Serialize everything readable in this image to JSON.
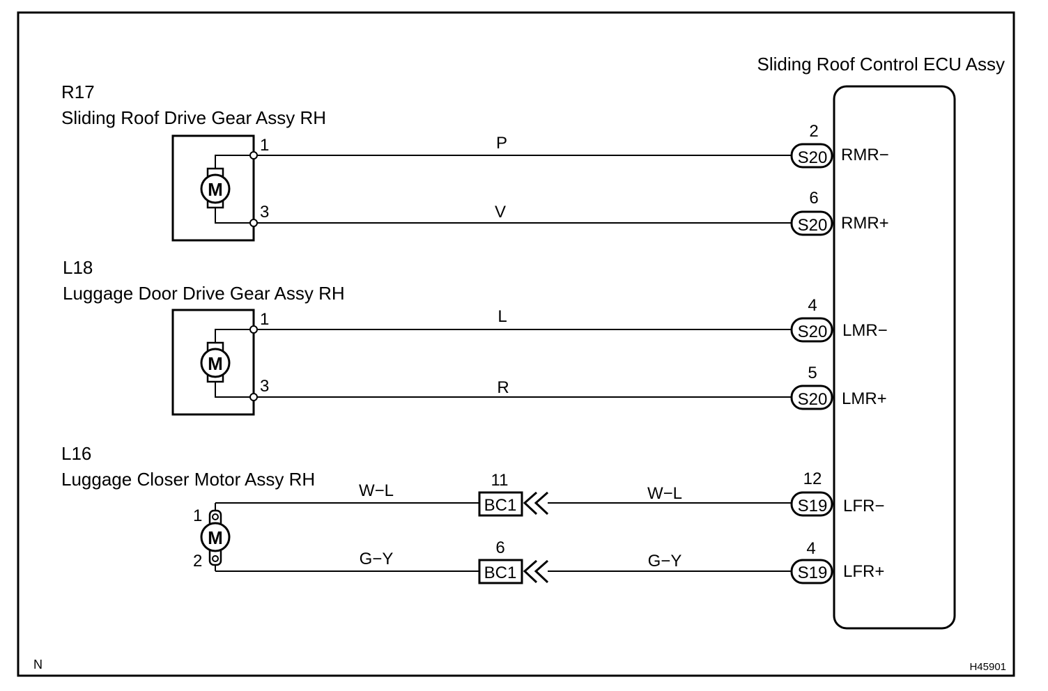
{
  "ecu": {
    "title": "Sliding Roof Control ECU Assy"
  },
  "components": [
    {
      "code": "R17",
      "name": "Sliding Roof Drive Gear Assy RH",
      "motor_label": "M",
      "pin_a": "1",
      "pin_b": "3"
    },
    {
      "code": "L18",
      "name": "Luggage Door Drive Gear Assy RH",
      "motor_label": "M",
      "pin_a": "1",
      "pin_b": "3"
    },
    {
      "code": "L16",
      "name": "Luggage Closer Motor Assy RH",
      "motor_label": "M",
      "pin_a": "1",
      "pin_b": "2"
    }
  ],
  "wires": [
    {
      "color": "P",
      "connector": "S20",
      "pin": "2",
      "terminal": "RMR−"
    },
    {
      "color": "V",
      "connector": "S20",
      "pin": "6",
      "terminal": "RMR+"
    },
    {
      "color": "L",
      "connector": "S20",
      "pin": "4",
      "terminal": "LMR−"
    },
    {
      "color": "R",
      "connector": "S20",
      "pin": "5",
      "terminal": "LMR+"
    },
    {
      "color": "W−L",
      "color_left": "W−L",
      "junction": "BC1",
      "junction_pin": "11",
      "connector": "S19",
      "pin": "12",
      "terminal": "LFR−"
    },
    {
      "color": "G−Y",
      "color_left": "G−Y",
      "junction": "BC1",
      "junction_pin": "6",
      "connector": "S19",
      "pin": "4",
      "terminal": "LFR+"
    }
  ],
  "footer": {
    "left_mark": "N",
    "figure_id": "H45901"
  }
}
